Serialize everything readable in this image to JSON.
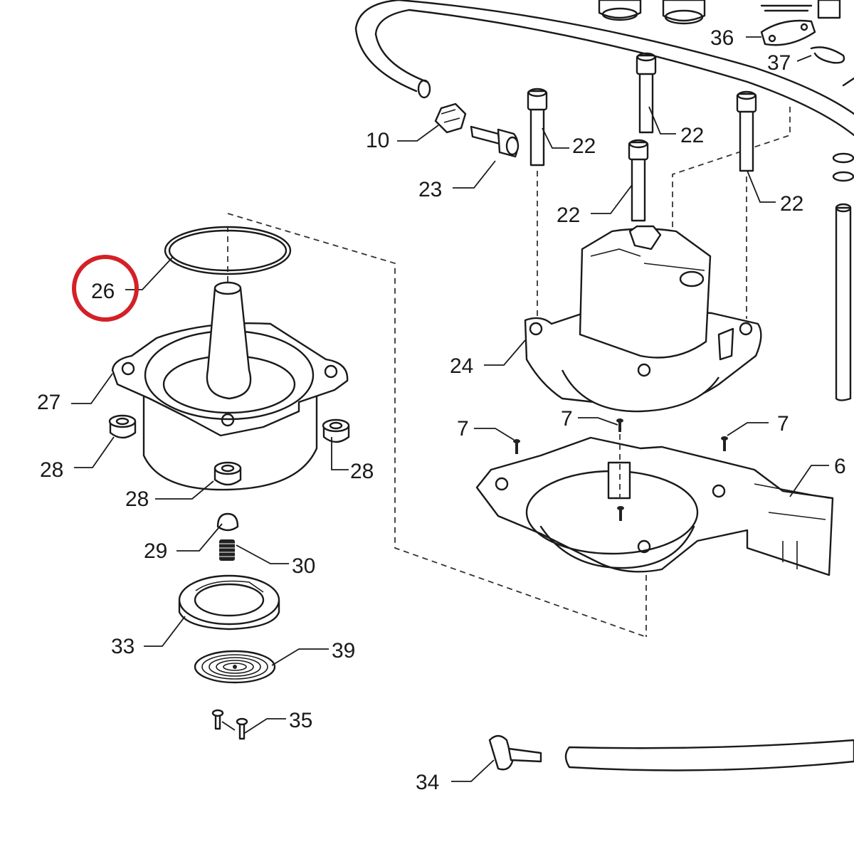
{
  "diagram": {
    "highlight_color": "#d42027",
    "line_color": "#1a1a1a",
    "background": "#ffffff",
    "highlighted_part": "26",
    "callouts": {
      "c6": "6",
      "c7a": "7",
      "c7b": "7",
      "c7c": "7",
      "c10": "10",
      "c22a": "22",
      "c22b": "22",
      "c22c": "22",
      "c22d": "22",
      "c23": "23",
      "c24": "24",
      "c26": "26",
      "c27": "27",
      "c28a": "28",
      "c28b": "28",
      "c28c": "28",
      "c29": "29",
      "c30": "30",
      "c33": "33",
      "c34": "34",
      "c35": "35",
      "c36": "36",
      "c37": "37",
      "c39": "39"
    }
  }
}
